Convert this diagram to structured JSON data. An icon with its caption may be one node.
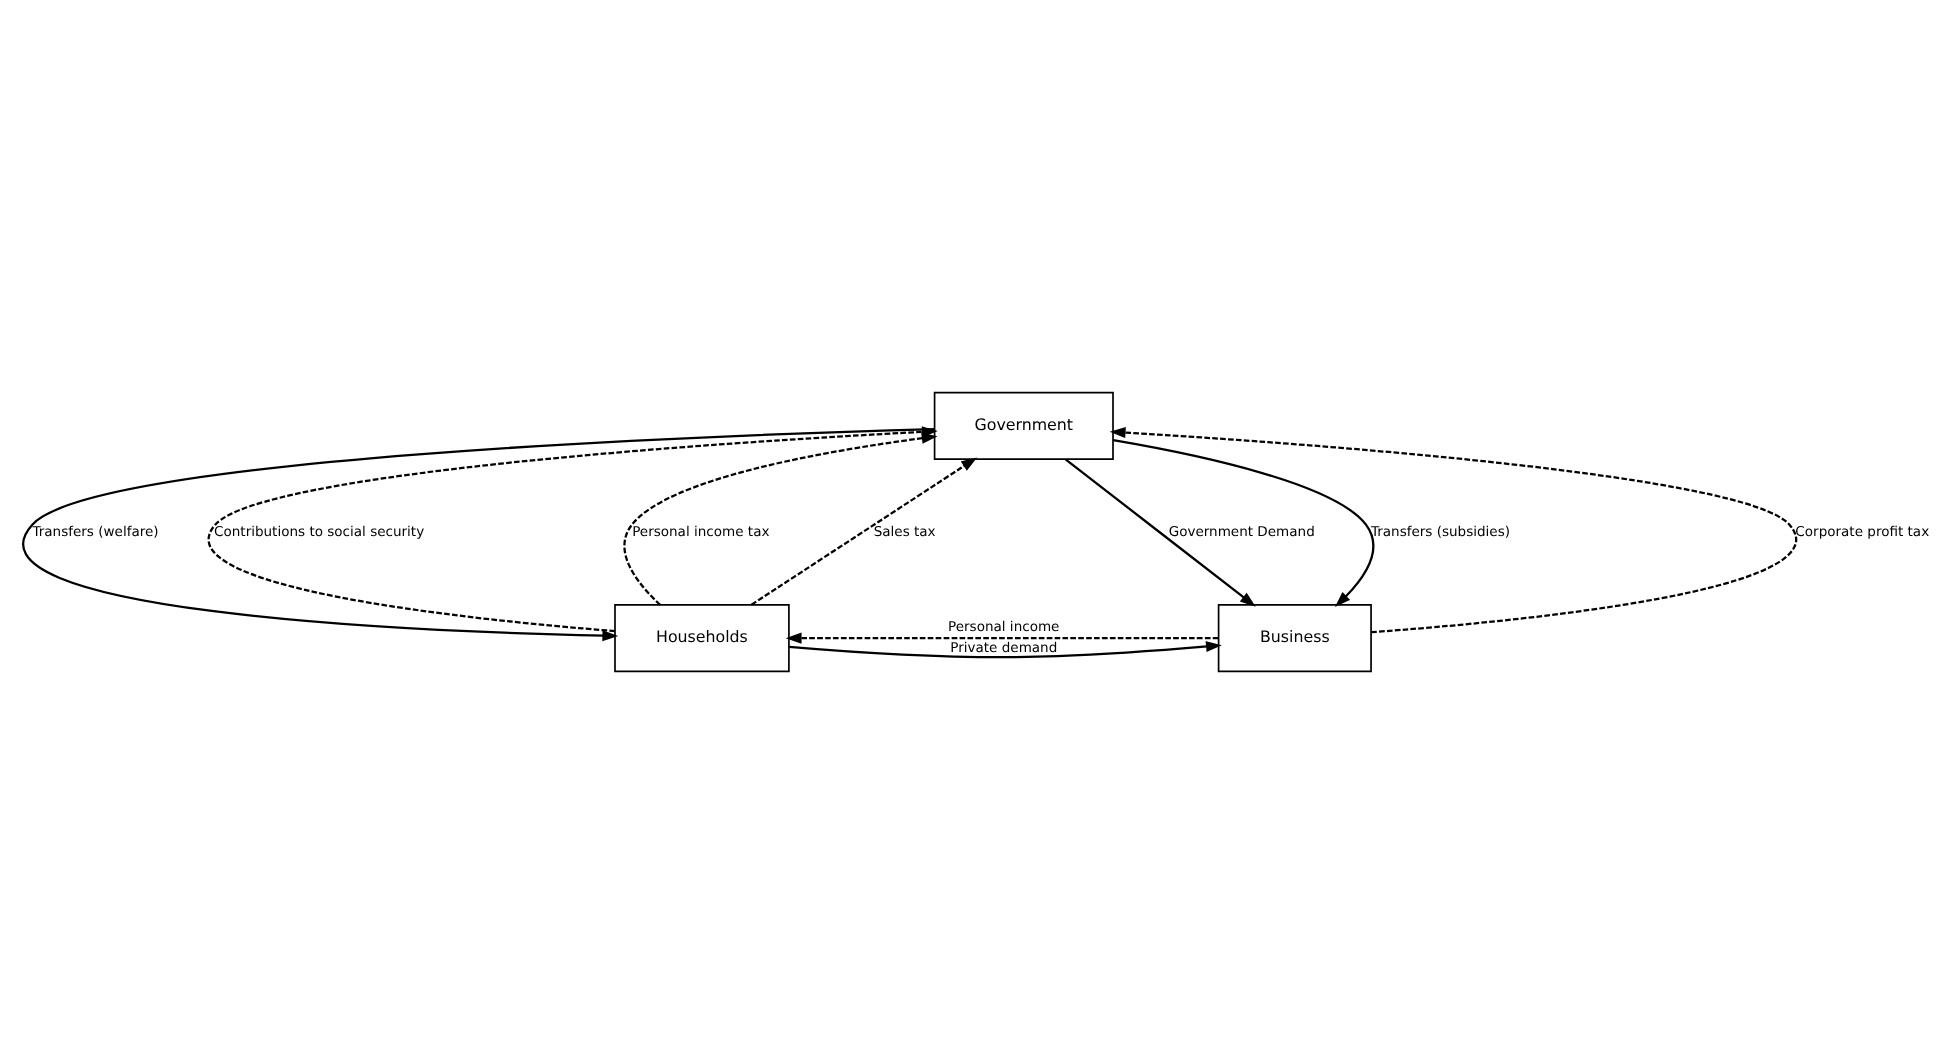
{
  "diagram": {
    "nodes": [
      {
        "text": [
          "Government"
        ]
      },
      {
        "text": [
          "Households"
        ]
      },
      {
        "text": [
          "Business"
        ]
      }
    ],
    "edges": [
      {
        "from": 1,
        "to": 0,
        "arrow": "to",
        "label": "Contributions to social security",
        "style": "dashed"
      },
      {
        "from": 1,
        "to": 0,
        "arrow": "to",
        "label": "Personal income tax",
        "style": "dashed"
      },
      {
        "from": 0,
        "to": 1,
        "arrow": "to",
        "label": "Transfers (welfare)"
      },
      {
        "from": 2,
        "to": 0,
        "arrow": "to",
        "label": "Corporate profit tax",
        "style": "dashed"
      },
      {
        "from": 0,
        "to": 2,
        "arrow": "to",
        "label": "Government Demand"
      },
      {
        "from": 0,
        "to": 2,
        "arrow": "to",
        "label": "Transfers (subsidies)"
      },
      {
        "from": 1,
        "to": 0,
        "arrow": "to",
        "label": "Sales tax",
        "style": "dashed"
      },
      {
        "from": 1,
        "to": 2,
        "arrow": "to",
        "label": "Private demand"
      },
      {
        "from": 2,
        "to": 1,
        "arrow": "to",
        "label": "Personal income",
        "style": "dashed"
      }
    ]
  }
}
